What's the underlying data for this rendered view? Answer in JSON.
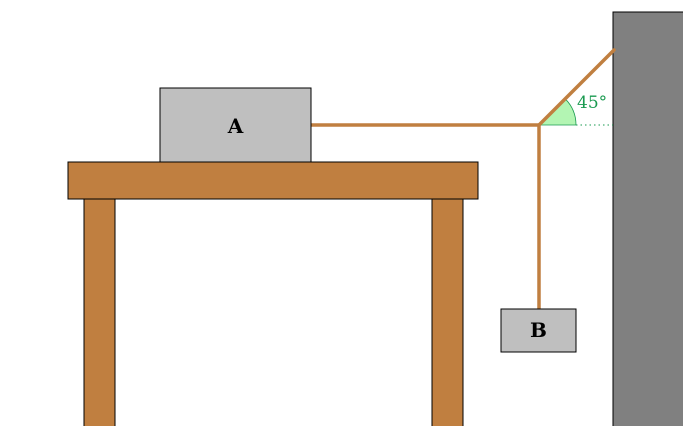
{
  "labels": {
    "block_a": "A",
    "block_b": "B",
    "angle": "45°"
  },
  "colors": {
    "table": "#C07F40",
    "rope": "#C07F40",
    "block": "#BFBFBF",
    "wall": "#808080",
    "angle_fill": "#B3F5B3",
    "angle_text": "#1A9A50",
    "outline": "#000000"
  }
}
